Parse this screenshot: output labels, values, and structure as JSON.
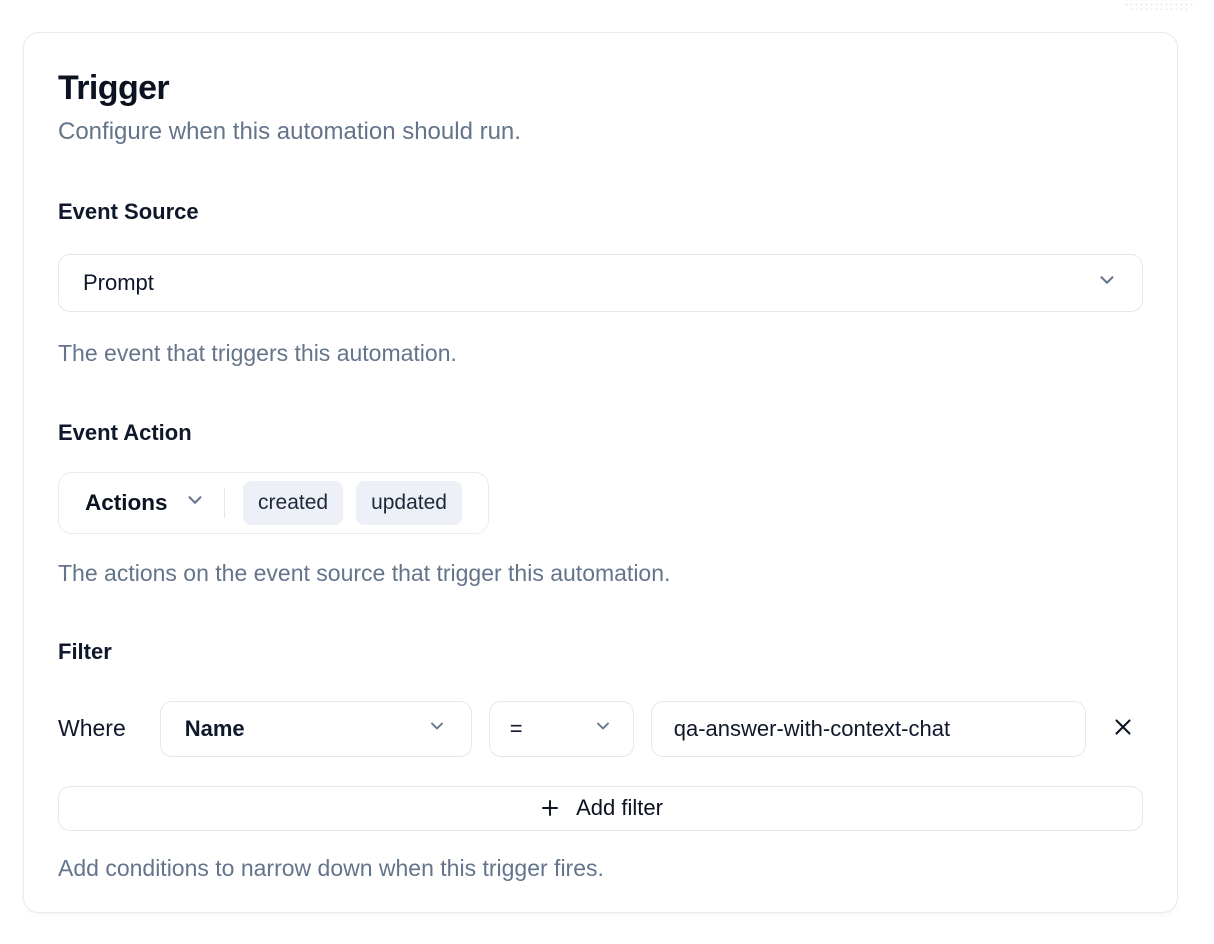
{
  "card": {
    "title": "Trigger",
    "subtitle": "Configure when this automation should run.",
    "event_source": {
      "label": "Event Source",
      "value": "Prompt",
      "help": "The event that triggers this automation."
    },
    "event_action": {
      "label": "Event Action",
      "dropdown_label": "Actions",
      "chips": [
        "created",
        "updated"
      ],
      "help": "The actions on the event source that trigger this automation."
    },
    "filter": {
      "label": "Filter",
      "where_label": "Where",
      "field_value": "Name",
      "operator_value": "=",
      "value": "qa-answer-with-context-chat",
      "add_button_label": "Add filter",
      "help": "Add conditions to narrow down when this trigger fires."
    }
  },
  "icons": {
    "chevron_down": "⌄",
    "close": "✕",
    "plus": "+"
  },
  "colors": {
    "border": "#e2e8f0",
    "text_dark": "#0f172a",
    "text_muted": "#64748b",
    "chip_bg": "#edf0f6"
  }
}
